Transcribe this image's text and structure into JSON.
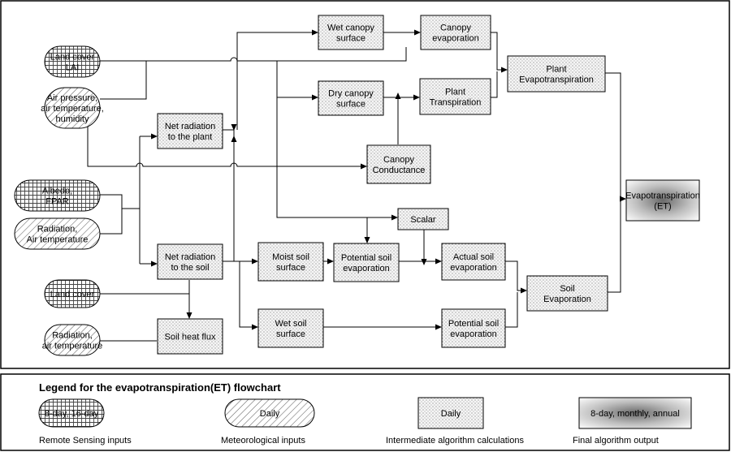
{
  "nodes": [
    {
      "id": "land-cover-lai",
      "kind": "remote",
      "lines": [
        "Land cover",
        "LAI"
      ]
    },
    {
      "id": "air-pressure",
      "kind": "meteo",
      "lines": [
        "Air pressure,",
        "air temperature,",
        "humidity"
      ]
    },
    {
      "id": "albedo-fpar",
      "kind": "remote",
      "lines": [
        "Albedo,",
        "FPAR"
      ]
    },
    {
      "id": "radiation-air-temp",
      "kind": "meteo",
      "lines": [
        "Radiation,",
        "Air temperature"
      ]
    },
    {
      "id": "land-cover",
      "kind": "remote",
      "lines": [
        "Land cover"
      ]
    },
    {
      "id": "radiation-air-temp-2",
      "kind": "meteo",
      "lines": [
        "Radiation,",
        "air temperature"
      ]
    },
    {
      "id": "net-radiation-plant",
      "kind": "calc",
      "lines": [
        "Net radiation",
        "to the plant"
      ]
    },
    {
      "id": "net-radiation-soil",
      "kind": "calc",
      "lines": [
        "Net radiation",
        "to the soil"
      ]
    },
    {
      "id": "soil-heat-flux",
      "kind": "calc",
      "lines": [
        "Soil heat flux"
      ]
    },
    {
      "id": "wet-canopy-surface",
      "kind": "calc",
      "lines": [
        "Wet canopy",
        "surface"
      ]
    },
    {
      "id": "dry-canopy-surface",
      "kind": "calc",
      "lines": [
        "Dry canopy",
        "surface"
      ]
    },
    {
      "id": "canopy-conductance",
      "kind": "calc",
      "lines": [
        "Canopy",
        "Conductance"
      ]
    },
    {
      "id": "canopy-evaporation",
      "kind": "calc",
      "lines": [
        "Canopy",
        "evaporation"
      ]
    },
    {
      "id": "plant-transpiration",
      "kind": "calc",
      "lines": [
        "Plant",
        "Transpiration"
      ]
    },
    {
      "id": "plant-evapotranspiration",
      "kind": "calc",
      "lines": [
        "Plant",
        "Evapotranspiration"
      ]
    },
    {
      "id": "scalar",
      "kind": "calc",
      "lines": [
        "Scalar"
      ]
    },
    {
      "id": "moist-soil-surface",
      "kind": "calc",
      "lines": [
        "Moist soil",
        "surface"
      ]
    },
    {
      "id": "potential-soil-evaporation-1",
      "kind": "calc",
      "lines": [
        "Potential soil",
        "evaporation"
      ]
    },
    {
      "id": "actual-soil-evaporation",
      "kind": "calc",
      "lines": [
        "Actual soil",
        "evaporation"
      ]
    },
    {
      "id": "wet-soil-surface",
      "kind": "calc",
      "lines": [
        "Wet soil",
        "surface"
      ]
    },
    {
      "id": "potential-soil-evaporation-2",
      "kind": "calc",
      "lines": [
        "Potential soil",
        "evaporation"
      ]
    },
    {
      "id": "soil-evaporation",
      "kind": "calc",
      "lines": [
        "Soil",
        "Evaporation"
      ]
    },
    {
      "id": "evapotranspiration",
      "kind": "output",
      "lines": [
        "Evapotranspiration",
        "(ET)"
      ]
    }
  ],
  "legend": {
    "title": "Legend for the evapotranspiration(ET) flowchart",
    "items": [
      {
        "id": "remote",
        "kind": "remote",
        "symbol": "8-day, 16-day",
        "caption": "Remote Sensing inputs"
      },
      {
        "id": "meteo",
        "kind": "meteo",
        "symbol": "Daily",
        "caption": "Meteorological inputs"
      },
      {
        "id": "calc",
        "kind": "calc",
        "symbol": "Daily",
        "caption": "Intermediate algorithm calculations"
      },
      {
        "id": "output",
        "kind": "output",
        "symbol": "8-day, monthly, annual",
        "caption": "Final algorithm output"
      }
    ]
  }
}
